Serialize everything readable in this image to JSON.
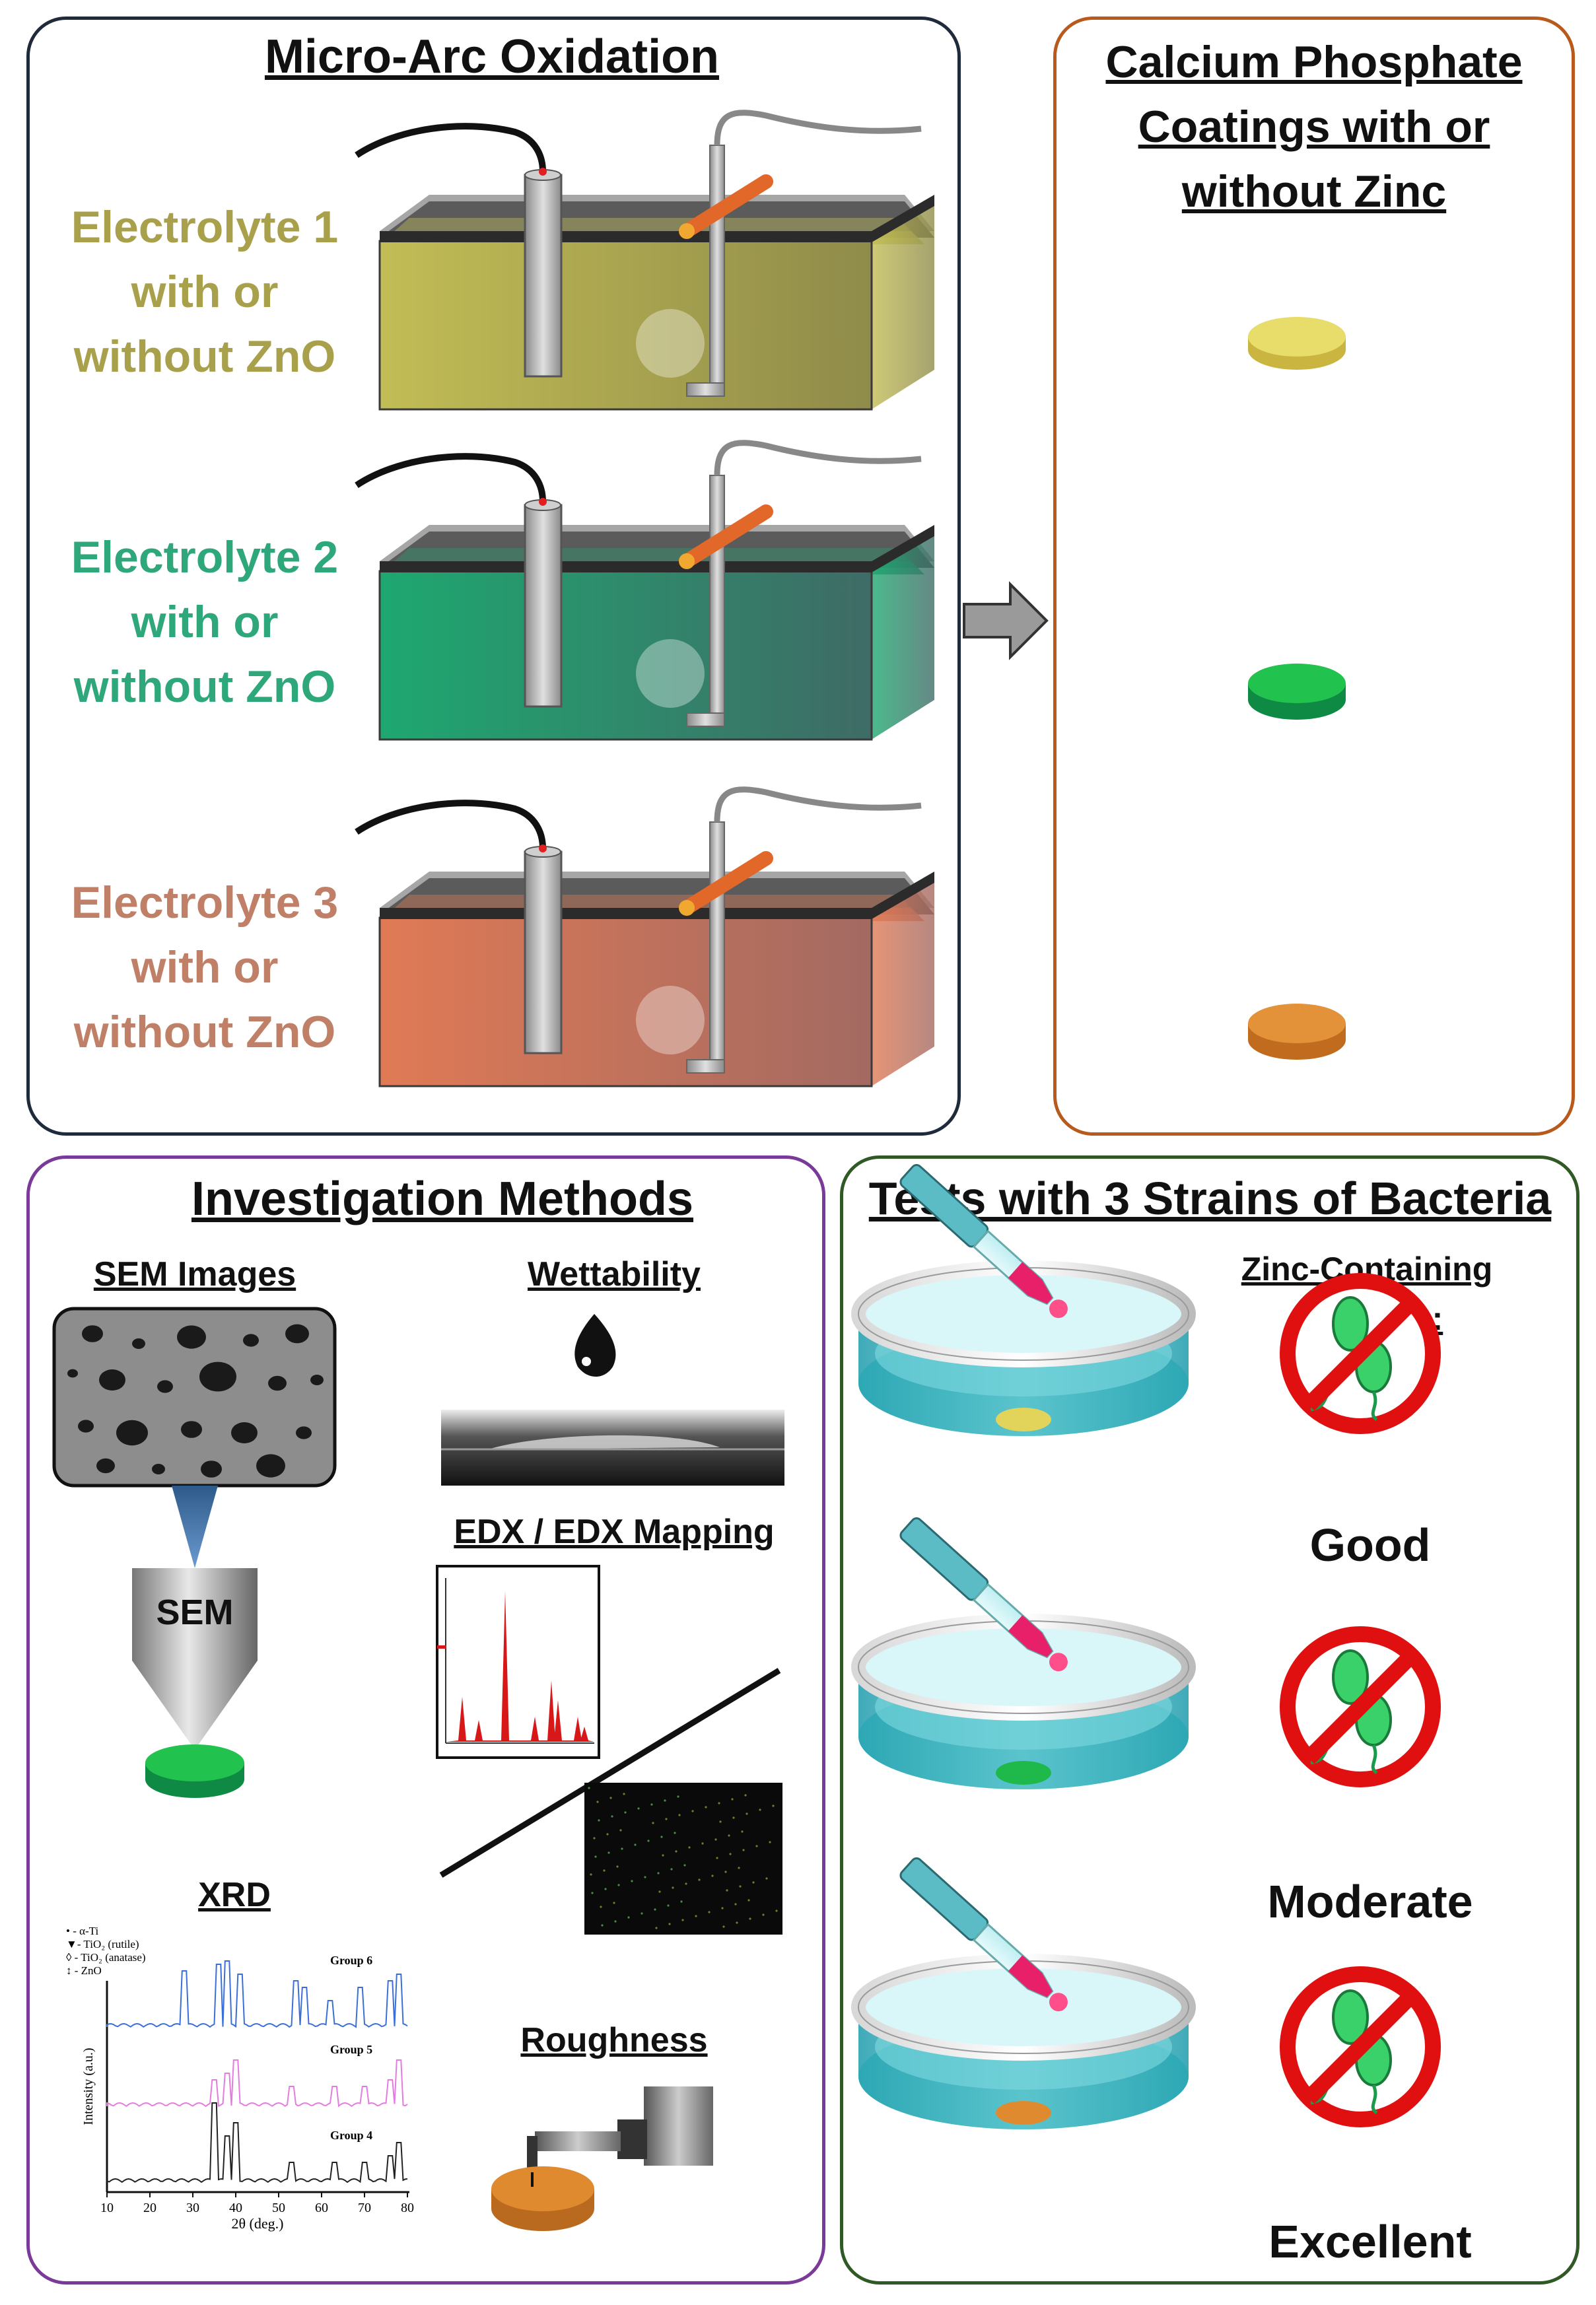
{
  "panels": {
    "mao": {
      "title": "Micro-Arc Oxidation",
      "electrolytes": [
        {
          "line1": "Electrolyte 1",
          "line2": "with or",
          "line3": "without ZnO",
          "color": "#a8a04a",
          "liquid": "#c9c45a"
        },
        {
          "line1": "Electrolyte 2",
          "line2": "with or",
          "line3": "without ZnO",
          "color": "#2ea87a",
          "liquid": "#22a070"
        },
        {
          "line1": "Electrolyte 3",
          "line2": "with or",
          "line3": "without ZnO",
          "color": "#c08068",
          "liquid": "#e07a55"
        }
      ]
    },
    "cap": {
      "title_line1": "Calcium Phosphate",
      "title_line2": "Coatings with or",
      "title_line3": "without Zinc",
      "disc_colors": [
        "#e2d45a",
        "#1fc24a",
        "#e08a30"
      ]
    },
    "inv": {
      "title": "Investigation Methods",
      "sem_title": "SEM Images",
      "sem_label": "SEM",
      "wettability_title": "Wettability",
      "edx_title": "EDX / EDX Mapping",
      "xrd_title": "XRD",
      "roughness_title": "Roughness",
      "xrd": {
        "legend": [
          "• - α-Ti",
          "▼- TiO₂ (rutile)",
          "◊ - TiO₂ (anatase)",
          "↕ - ZnO"
        ],
        "groups": [
          "Group 6",
          "Group 5",
          "Group 4"
        ],
        "ylabel": "Intensity (a.u.)",
        "xlabel": "2θ (deg.)",
        "xticks": [
          "10",
          "20",
          "30",
          "40",
          "50",
          "60",
          "70",
          "80"
        ],
        "series_colors": [
          "#3a6fd8",
          "#e47ce0",
          "#222222"
        ]
      }
    },
    "bac": {
      "title": "Tests with 3 Strains of Bacteria",
      "zinc_line1": "Zinc-Containing",
      "zinc_line2": "Coatings:",
      "results": [
        "Good",
        "Moderate",
        "Excellent"
      ],
      "sample_colors": [
        "#e2d45a",
        "#1fb84a",
        "#e08a30"
      ]
    }
  }
}
